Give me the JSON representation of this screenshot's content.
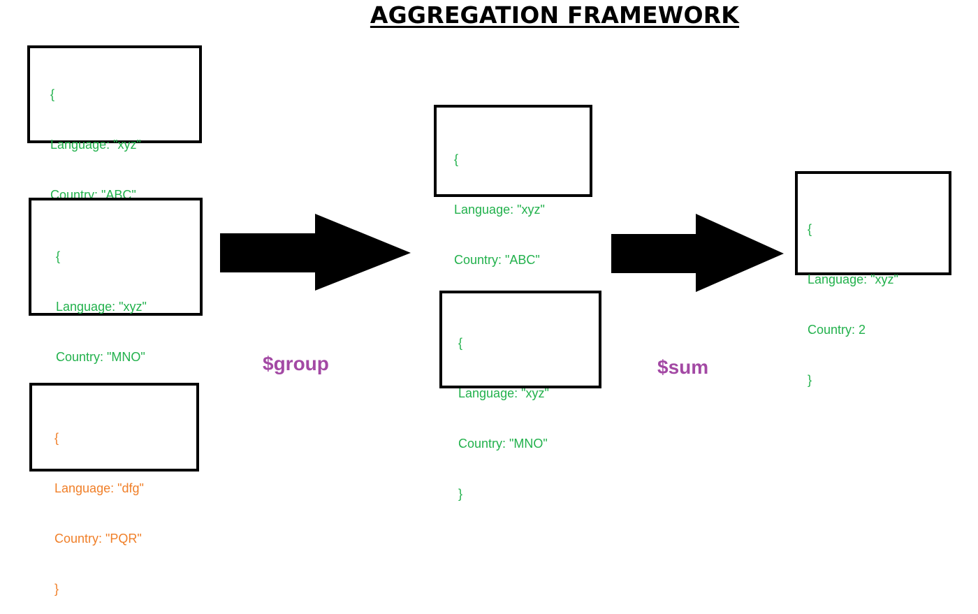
{
  "title": "AGGREGATION FRAMEWORK",
  "colors": {
    "matched_text": "#22b14c",
    "unmatched_text": "#f07f28",
    "operator_text": "#a349a4",
    "border": "#000000"
  },
  "input_documents": [
    {
      "lines": [
        "{",
        "Language: \"xyz\"",
        "Country: \"ABC\"",
        "}"
      ],
      "color": "green"
    },
    {
      "lines": [
        "{",
        "Language: \"xyz\"",
        "Country: \"MNO\"",
        "}"
      ],
      "color": "green"
    },
    {
      "lines": [
        "{",
        "Language: \"dfg\"",
        "Country: \"PQR\"",
        "}"
      ],
      "color": "orange"
    }
  ],
  "grouped_documents": [
    {
      "lines": [
        "{",
        "Language: \"xyz\"",
        "Country: \"ABC\"",
        "}"
      ],
      "color": "green"
    },
    {
      "lines": [
        "{",
        "Language: \"xyz\"",
        "Country: \"MNO\"",
        "}"
      ],
      "color": "green"
    }
  ],
  "result_document": {
    "lines": [
      "{",
      "Language: \"xyz\"",
      "Country: 2",
      "}"
    ],
    "color": "green"
  },
  "stages": [
    {
      "label": "$group",
      "icon": "right-arrow-icon"
    },
    {
      "label": "$sum",
      "icon": "right-arrow-icon"
    }
  ]
}
